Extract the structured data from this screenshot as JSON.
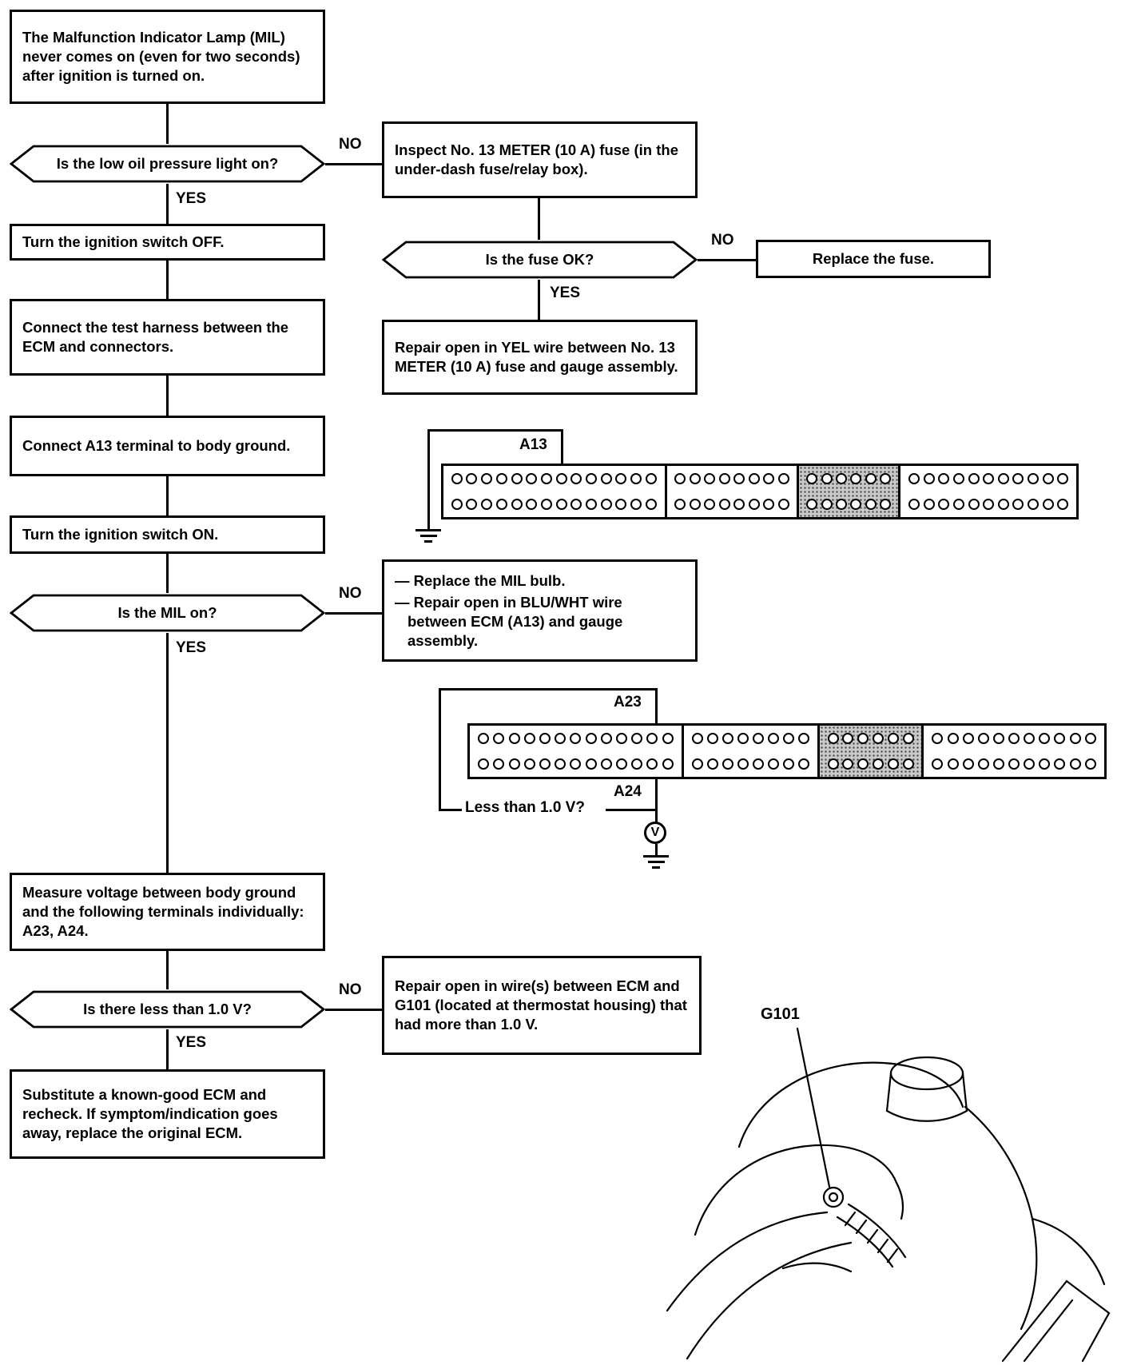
{
  "labels": {
    "yes": "YES",
    "no": "NO"
  },
  "flowchart": {
    "start": "The Malfunction Indicator Lamp (MIL) never comes on (even for two seconds) after ignition is turned on.",
    "q_oil": "Is the low oil pressure light on?",
    "inspect_fuse": "Inspect No. 13 METER (10 A) fuse (in the under-dash fuse/relay box).",
    "ignition_off": "Turn the ignition switch OFF.",
    "q_fuse": "Is the fuse OK?",
    "replace_fuse": "Replace the fuse.",
    "repair_yel": "Repair open in YEL wire between No. 13 METER (10 A) fuse and gauge assembly.",
    "connect_harness": "Connect the test harness between the ECM and connectors.",
    "connect_a13": "Connect A13 terminal to body ground.",
    "ignition_on": "Turn the ignition switch ON.",
    "q_mil": "Is the MIL on?",
    "mil_actions": [
      "— Replace the MIL bulb.",
      "— Repair open in BLU/WHT wire between ECM (A13) and gauge assembly."
    ],
    "measure_voltage": "Measure voltage between body ground and the following terminals individually: A23, A24.",
    "q_voltage": "Is there less than 1.0 V?",
    "repair_wires": "Repair open in wire(s) between ECM and G101 (located at thermostat housing) that had more than 1.0 V.",
    "substitute_ecm": "Substitute a known-good ECM and recheck. If symptom/indication goes away, replace the original ECM."
  },
  "connector_a13": {
    "label": "A13",
    "sections": [
      {
        "pins": 14
      },
      {
        "pins": 8
      },
      {
        "pins": 6,
        "shaded": true
      },
      {
        "pins": 11
      }
    ]
  },
  "connector_a23": {
    "label_top": "A23",
    "label_bottom": "A24",
    "question": "Less than 1.0 V?",
    "meter": "V",
    "sections": [
      {
        "pins": 13
      },
      {
        "pins": 8
      },
      {
        "pins": 6,
        "shaded": true
      },
      {
        "pins": 11
      }
    ]
  },
  "illustration": {
    "label": "G101"
  }
}
